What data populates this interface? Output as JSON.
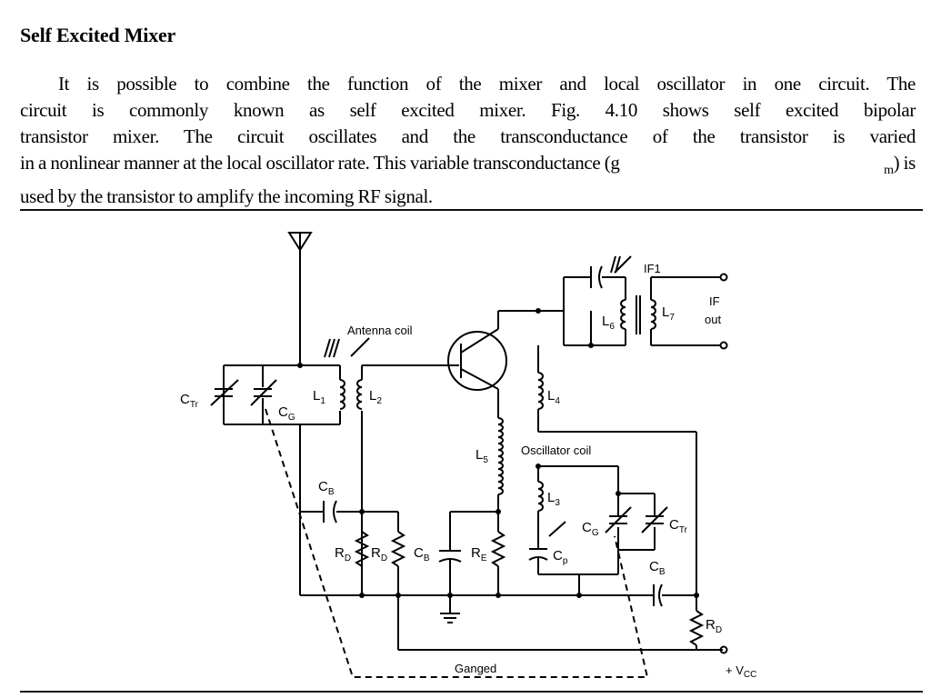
{
  "section": {
    "heading": "Self Excited Mixer",
    "paragraph_lines": [
      "It is possible to combine the function of the mixer and local oscillator in one circuit. The",
      "circuit is commonly known as self excited mixer. Fig. 4.10 shows self excited bipolar",
      "transistor mixer. The circuit oscillates and the transconductance of the transistor is varied",
      "in a nonlinear manner at the local oscillator rate. This variable transconductance (g",
      "used by the transistor to amplify the incoming RF signal."
    ],
    "gm_subscript": "m",
    "gm_tail": ") is"
  },
  "figure": {
    "labels": {
      "antenna_coil": "Antenna coil",
      "oscillator_coil": "Oscillator coil",
      "ganged": "Ganged",
      "if_transformer": "IF1",
      "if_out_1": "IF",
      "if_out_2": "out",
      "vcc": "+ V",
      "vcc_sub": "CC"
    },
    "components": {
      "ctr_left": {
        "main": "C",
        "sub": "Tr"
      },
      "cg_left": {
        "main": "C",
        "sub": "G"
      },
      "l1": {
        "main": "L",
        "sub": "1"
      },
      "l2": {
        "main": "L",
        "sub": "2"
      },
      "l3": {
        "main": "L",
        "sub": "3"
      },
      "l4": {
        "main": "L",
        "sub": "4"
      },
      "l5": {
        "main": "L",
        "sub": "5"
      },
      "l6": {
        "main": "L",
        "sub": "6"
      },
      "l7": {
        "main": "L",
        "sub": "7"
      },
      "cb_left": {
        "main": "C",
        "sub": "B"
      },
      "rd_1": {
        "main": "R",
        "sub": "D"
      },
      "rd_2": {
        "main": "R",
        "sub": "D"
      },
      "cb_mid": {
        "main": "C",
        "sub": "B"
      },
      "re": {
        "main": "R",
        "sub": "E"
      },
      "cp": {
        "main": "C",
        "sub": "p"
      },
      "cg_right": {
        "main": "C",
        "sub": "G"
      },
      "ctr_right": {
        "main": "C",
        "sub": "Tr"
      },
      "cb_right": {
        "main": "C",
        "sub": "B"
      },
      "rd_right": {
        "main": "R",
        "sub": "D"
      }
    }
  }
}
